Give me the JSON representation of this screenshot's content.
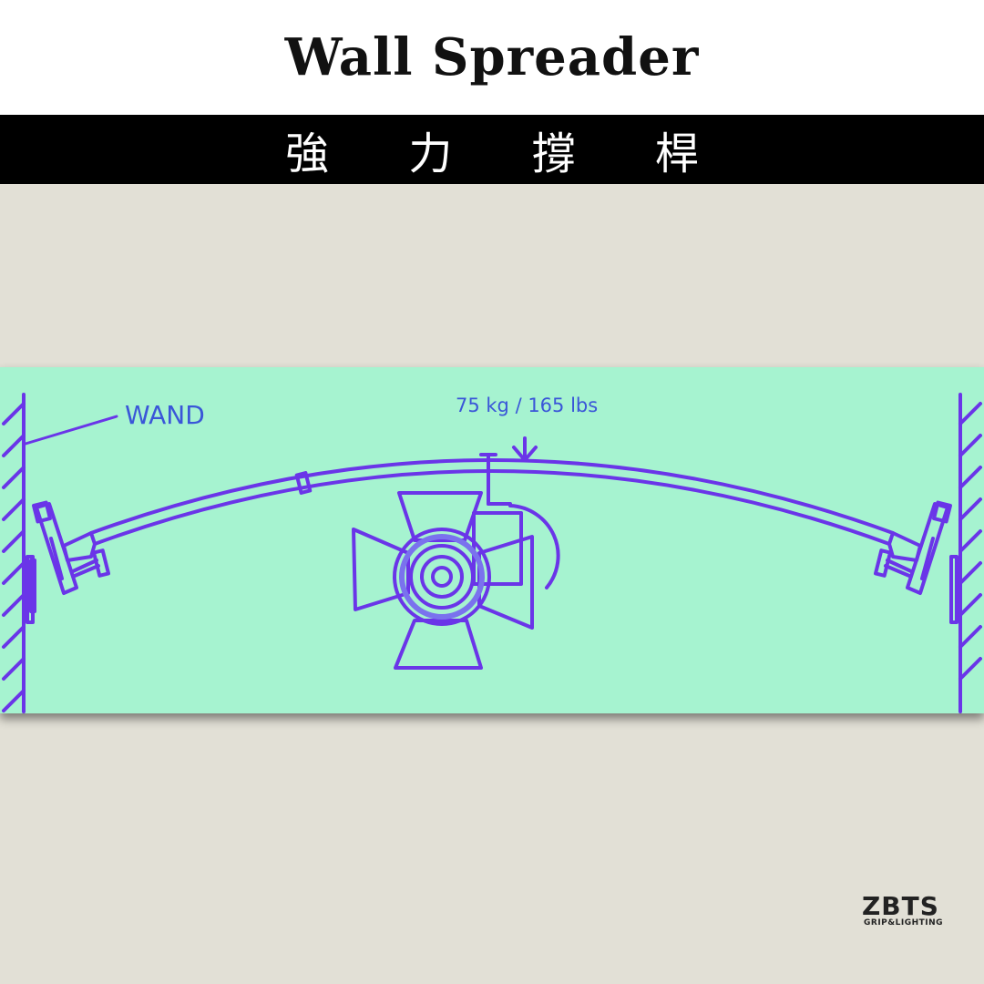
{
  "header": {
    "title": "Wall Spreader",
    "subtitle": "強 力 撐 桿"
  },
  "diagram": {
    "wand_label": "WAND",
    "load_label": "75 kg / 165 lbs"
  },
  "logo": {
    "main": "ZBTS",
    "sub": "GRIP&LIGHTING"
  },
  "colors": {
    "panel": "#a6f3d0",
    "line": "#6a35e8",
    "text": "#3a56d8",
    "background": "#e2e0d6"
  }
}
